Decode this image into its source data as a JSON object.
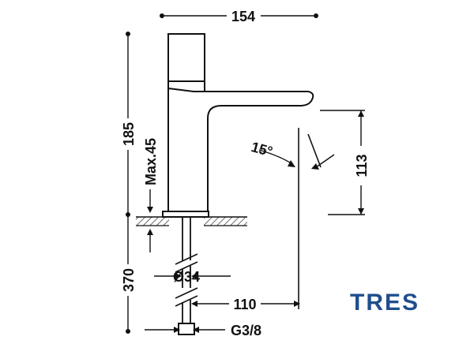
{
  "dimensions": {
    "width_top": "154",
    "height_total": "185",
    "max_deck": "Max.45",
    "spout_height": "113",
    "spout_angle": "15°",
    "below_deck": "370",
    "hose_diameter": "Ø34",
    "spout_reach": "110",
    "connection": "G3/8"
  },
  "brand": {
    "logo_text": "TRES",
    "color": "#1f4e8c"
  },
  "colors": {
    "line": "#111111",
    "hatch": "#333333"
  }
}
